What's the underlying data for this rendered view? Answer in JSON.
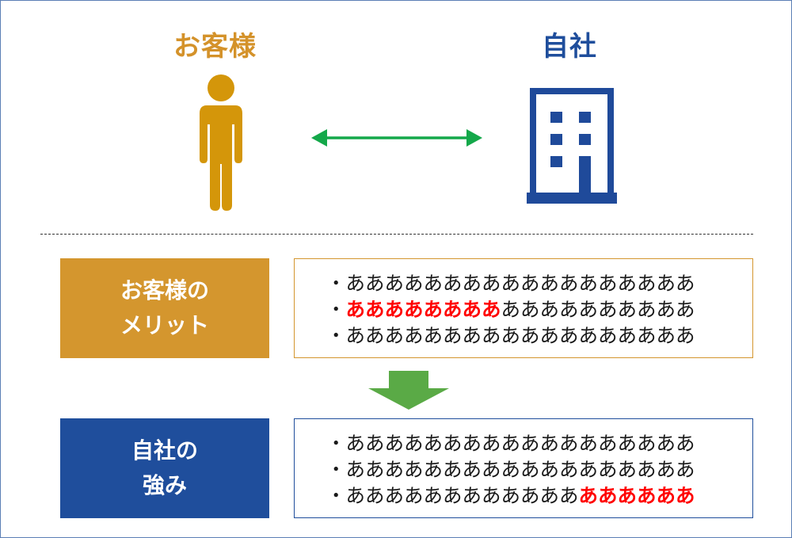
{
  "labels": {
    "customer": "お客様",
    "company": "自社"
  },
  "merit": {
    "title_line1": "お客様の",
    "title_line2": "メリット",
    "lines": [
      {
        "plain": "・ああああああああああああああああああ",
        "highlight": "",
        "rest": ""
      },
      {
        "plain": "・",
        "highlight": "ああああああああ",
        "rest": "ああああああああああ"
      },
      {
        "plain": "・ああああああああああああああああああ",
        "highlight": "",
        "rest": ""
      }
    ]
  },
  "strength": {
    "title_line1": "自社の",
    "title_line2": "強み",
    "lines": [
      {
        "plain": "・ああああああああああああああああああ",
        "highlight": "",
        "rest": ""
      },
      {
        "plain": "・ああああああああああああああああああ",
        "highlight": "",
        "rest": ""
      },
      {
        "plain": "・ああああああああああああ",
        "highlight": "ああああああ",
        "rest": ""
      }
    ]
  },
  "colors": {
    "customer": "#d4922a",
    "company": "#1f4e9c",
    "arrow_connector": "#14a84a",
    "arrow_down": "#5aaa46",
    "highlight": "#ff0000"
  },
  "icons": {
    "customer": "person-icon",
    "company": "building-icon",
    "relation": "double-arrow-icon",
    "flow": "down-arrow-icon"
  }
}
